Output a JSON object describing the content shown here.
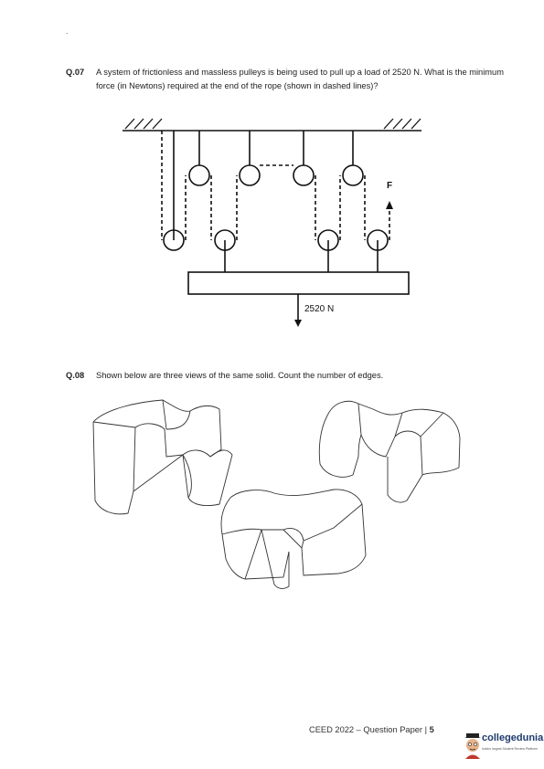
{
  "page_dot": ".",
  "q07": {
    "number": "Q.07",
    "text": "A system of frictionless and massless pulleys is being used to pull up a load of 2520 N. What is the minimum force (in Newtons) required at the end of the rope (shown in dashed lines)?",
    "force_label": "F",
    "load_label": "2520 N"
  },
  "q08": {
    "number": "Q.08",
    "text": "Shown below are three views of the same solid. Count the number of edges."
  },
  "footer": {
    "exam": "CEED 2022 – Question Paper",
    "separator": "|",
    "page": "5"
  },
  "logo": {
    "name": "collegedunia",
    "tagline": "India's largest Student Review Platform"
  }
}
